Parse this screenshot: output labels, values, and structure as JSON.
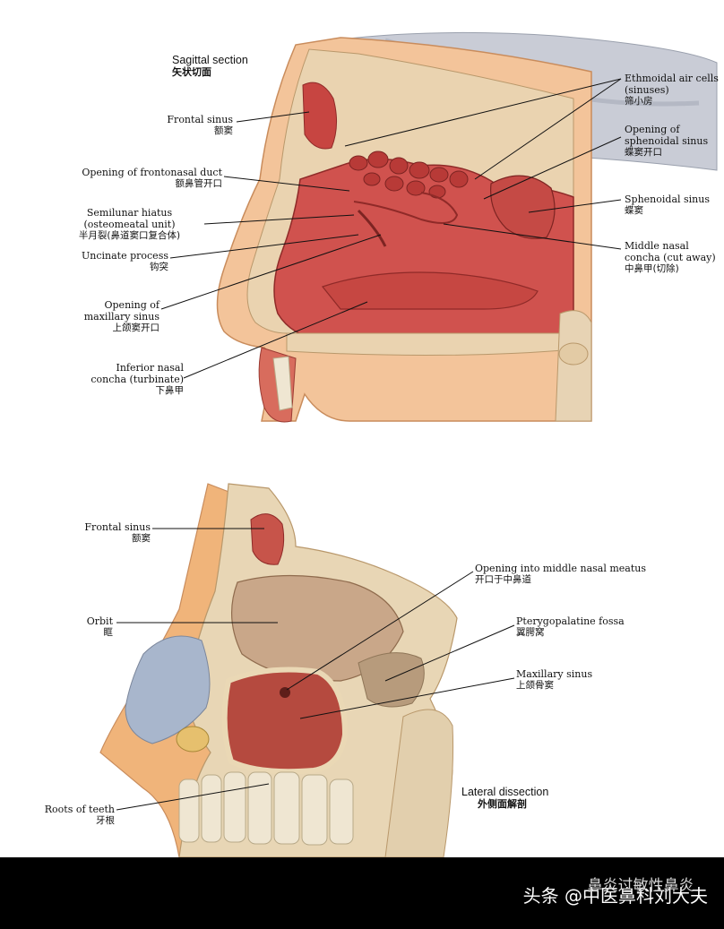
{
  "top": {
    "title_en": "Sagittal section",
    "title_zh": "矢状切面",
    "labels": [
      {
        "id": "frontal-sinus",
        "en": "Frontal sinus",
        "zh": "额窦"
      },
      {
        "id": "frontonasal-duct",
        "en": "Opening of frontonasal duct",
        "zh": "额鼻管开口"
      },
      {
        "id": "semilunar-hiatus",
        "en": "Semilunar hiatus",
        "en2": "(osteomeatal unit)",
        "zh": "半月裂(鼻道窦口复合体)"
      },
      {
        "id": "uncinate-process",
        "en": "Uncinate process",
        "zh": "钩突"
      },
      {
        "id": "maxillary-opening",
        "en": "Opening of",
        "en2": "maxillary sinus",
        "zh": "上颌窦开口"
      },
      {
        "id": "inferior-concha",
        "en": "Inferior nasal",
        "en2": "concha (turbinate)",
        "zh": "下鼻甲"
      },
      {
        "id": "ethmoidal-cells",
        "en": "Ethmoidal air cells",
        "en2": "(sinuses)",
        "zh": "筛小房"
      },
      {
        "id": "sphenoidal-opening",
        "en": "Opening of",
        "en2": "sphenoidal sinus",
        "zh": "蝶窦开口"
      },
      {
        "id": "sphenoidal-sinus",
        "en": "Sphenoidal sinus",
        "zh": "蝶窦"
      },
      {
        "id": "middle-concha",
        "en": "Middle nasal",
        "en2": "concha (cut away)",
        "zh": "中鼻甲(切除)"
      }
    ]
  },
  "bottom": {
    "title_en": "Lateral dissection",
    "title_zh": "外侧面解剖",
    "labels": [
      {
        "id": "frontal-sinus-2",
        "en": "Frontal sinus",
        "zh": "额窦"
      },
      {
        "id": "orbit",
        "en": "Orbit",
        "zh": "眶"
      },
      {
        "id": "roots-of-teeth",
        "en": "Roots of teeth",
        "zh": "牙根"
      },
      {
        "id": "middle-meatus-opening",
        "en": "Opening into middle nasal meatus",
        "zh": "开口于中鼻道"
      },
      {
        "id": "pterygopalatine-fossa",
        "en": "Pterygopalatine fossa",
        "zh": "翼腭窝"
      },
      {
        "id": "maxillary-sinus",
        "en": "Maxillary sinus",
        "zh": "上颌骨窦"
      }
    ]
  },
  "footer": {
    "text": "头条 @中医鼻科刘大夫",
    "overlay": "鼻炎过敏性鼻炎"
  },
  "colors": {
    "mucosa": "#d0524e",
    "mucosa_dark": "#a8322f",
    "bone": "#e9d3b1",
    "skin": "#f0b47a",
    "brain": "#c9ccd6",
    "cartilage": "#a8b6cc",
    "teeth": "#efe6d2"
  }
}
